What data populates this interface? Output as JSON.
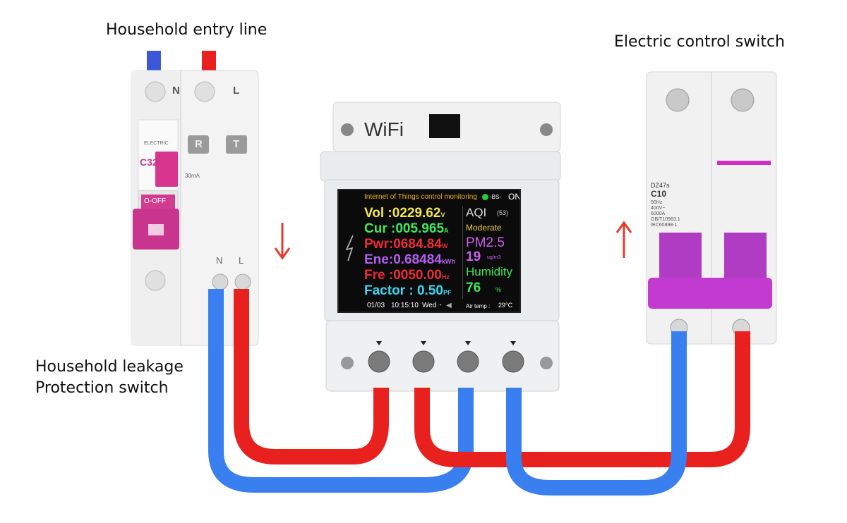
{
  "labels": {
    "entry_line": "Household entry line",
    "control_switch": "Electric control switch",
    "leakage_line1": "Household leakage",
    "leakage_line2": "Protection switch"
  },
  "breaker_left": {
    "terminal_n": "N",
    "terminal_l": "L",
    "brand": "ELECTRIC",
    "model": "C32",
    "btn_r": "R",
    "btn_t": "T",
    "rating": "30mA",
    "switch_label": "O-OFF",
    "bottom_n": "N",
    "bottom_l": "L"
  },
  "meter": {
    "wifi": "WiFi",
    "header": "Internet of Things control monitoring",
    "link": "-BS-",
    "on": "ON",
    "vol_label": "Vol :",
    "vol_value": "0229.62",
    "vol_unit": "V",
    "cur_label": "Cur :",
    "cur_value": "005.965",
    "cur_unit": "A",
    "pwr_label": "Pwr:",
    "pwr_value": "0684.84",
    "pwr_unit": "W",
    "ene_label": "Ene:",
    "ene_value": "0.68484",
    "ene_unit": "kWh",
    "fre_label": "Fre :",
    "fre_value": "0050.00",
    "fre_unit": "Hz",
    "factor_label": "Factor :",
    "factor_value": "0.50",
    "factor_unit": "PF",
    "aqi_label": "AQI",
    "aqi_value": "(53)",
    "aqi_status": "Moderate",
    "pm_label": "PM2.5",
    "pm_value": "19",
    "pm_unit": "ug/m3",
    "hum_label": "Humidity",
    "hum_value": "76",
    "hum_unit": "%",
    "date": "01/03",
    "time": "10:15:10",
    "day": "Wed",
    "air_temp_label": "Air temp :",
    "air_temp_value": "29°C"
  },
  "breaker_right": {
    "model": "DZ47s",
    "rating": "C10",
    "spec1": "50Hz",
    "spec2": "400V~",
    "spec3": "6000A",
    "spec4": "GB/T10963.1",
    "spec5": "IEC60898-1"
  },
  "colors": {
    "wire_red": "#e8211f",
    "wire_blue": "#3a7ff0",
    "handle_magenta": "#c23ad0",
    "arrow_red": "#e23c2c"
  }
}
